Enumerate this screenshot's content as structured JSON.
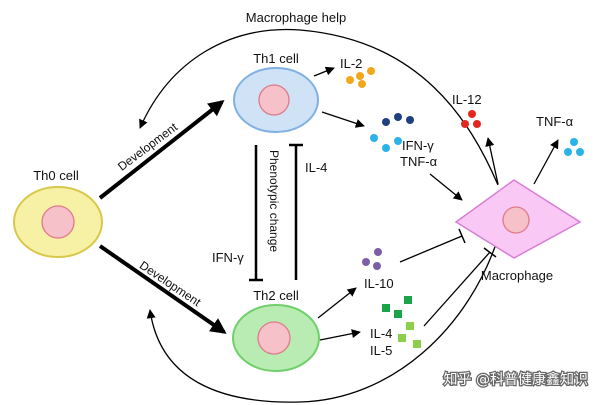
{
  "labels": {
    "macrophage_help": "Macrophage help",
    "th1_cell": "Th1 cell",
    "th0_cell": "Th0 cell",
    "th2_cell": "Th2 cell",
    "macrophage": "Macrophage",
    "development_top": "Development",
    "development_bottom": "Development",
    "phenotypic_change": "Phenotypic change",
    "il4_right": "IL-4",
    "ifng_left": "IFN-γ"
  },
  "cytokines": {
    "il2": "IL-2",
    "ifng_tnfa_line1": "IFN-γ",
    "ifng_tnfa_line2": "TNF-α",
    "il12": "IL-12",
    "tnfa": "TNF-α",
    "il10": "IL-10",
    "il4": "IL-4",
    "il5": "IL-5"
  },
  "watermark": "知乎 @科普健康鑫知识",
  "colors": {
    "th0_fill": "#f7f1a6",
    "th0_stroke": "#d8c84a",
    "th1_fill": "#cfe2f6",
    "th1_stroke": "#7fb0e3",
    "th2_fill": "#b9ecb2",
    "th2_stroke": "#6fcf6a",
    "nucleus_fill": "#f7c1c9",
    "nucleus_stroke": "#e07a8a",
    "macrophage_fill": "#f9c8f5",
    "macrophage_stroke": "#d77ed4",
    "il2_dots": "#f2a81d",
    "ifng_dots_dark": "#1f3f7f",
    "ifng_dots_light": "#29b3e6",
    "il12_dots": "#e3271e",
    "tnfa_dots": "#29b3e6",
    "il10_dots": "#7b5ea7",
    "il4_squares": "#1aa54a",
    "il5_squares": "#8ccf4a"
  }
}
